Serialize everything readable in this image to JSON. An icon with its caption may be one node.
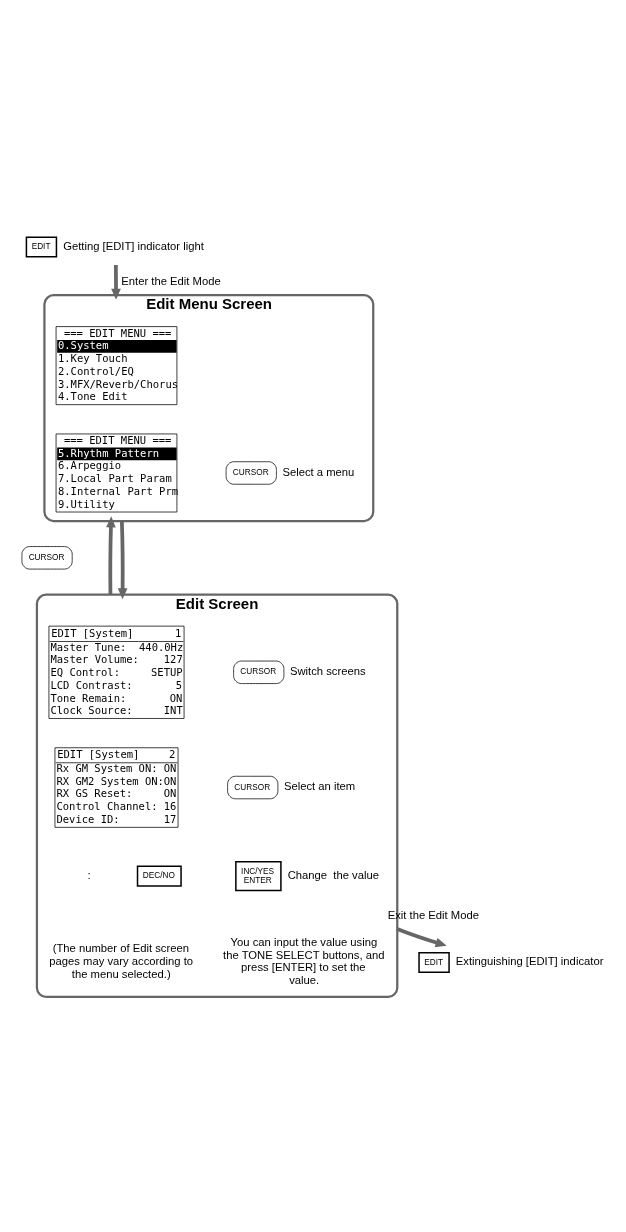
{
  "diagram": {
    "nodes": [
      {
        "text": [
          "EDIT"
        ],
        "beside": [
          "Getting [EDIT] indicator light"
        ]
      },
      {
        "text": [
          "Edit Menu Screen"
        ]
      },
      {
        "text": [
          "=== EDIT MENU ===",
          "0.System",
          "1.Key Touch",
          "2.Control/EQ",
          "3.MFX/Reverb/Chorus",
          "4.Tone Edit"
        ],
        "in": 1
      },
      {
        "text": [
          "=== EDIT MENU ===",
          "5.Rhythm Pattern",
          "6.Arpeggio",
          "7.Local Part Param",
          "8.Internal Part Prm",
          "9.Utility"
        ],
        "in": 1
      },
      {
        "text": [
          "CURSOR"
        ],
        "beside": [
          "Select a menu"
        ],
        "in": 1
      },
      {
        "text": [
          "CURSOR"
        ]
      },
      {
        "text": [
          "Edit Screen"
        ]
      },
      {
        "text": [
          "EDIT [System]",
          "1",
          "Master Tune:",
          "440.0Hz",
          "Master Volume:",
          "127",
          "EQ Control:",
          "SETUP",
          "LCD Contrast:",
          "5",
          "Tone Remain:",
          "ON",
          "Clock Source:",
          "INT"
        ],
        "in": 6
      },
      {
        "text": [
          "EDIT [System]",
          "2",
          "Rx GM System ON:",
          "ON",
          "RX GM2 System ON:",
          "ON",
          "RX GS Reset:",
          "ON",
          "Control Channel:",
          "16",
          "Device ID:",
          "17"
        ],
        "in": 6
      },
      {
        "text": [
          "CURSOR"
        ],
        "beside": [
          "Switch screens"
        ],
        "in": 6
      },
      {
        "text": [
          "CURSOR"
        ],
        "beside": [
          "Select an item"
        ],
        "in": 6
      },
      {
        "text": [
          "DEC/NO"
        ],
        "in": 6
      },
      {
        "text": [
          "INC/YES",
          "ENTER"
        ],
        "beside": [
          "Change  the value"
        ],
        "in": 6
      },
      {
        "text": [
          "EDIT"
        ],
        "beside": [
          "Extinguishing [EDIT] indicator"
        ]
      }
    ],
    "edges": [
      {
        "from": 0,
        "to": 1,
        "arrow": "to",
        "label": "Enter the Edit Mode"
      },
      {
        "from": 6,
        "to": 1,
        "arrow": "to"
      },
      {
        "from": 1,
        "to": 6,
        "arrow": "to"
      },
      {
        "from": 6,
        "to": 13,
        "arrow": "to",
        "label": "Exit the Edit Mode"
      }
    ],
    "labels": [
      ":",
      "(The number of Edit screen pages may vary according to the menu selected.)",
      "You can input the value using the TONE SELECT buttons, and press [ENTER] to set the value."
    ]
  }
}
